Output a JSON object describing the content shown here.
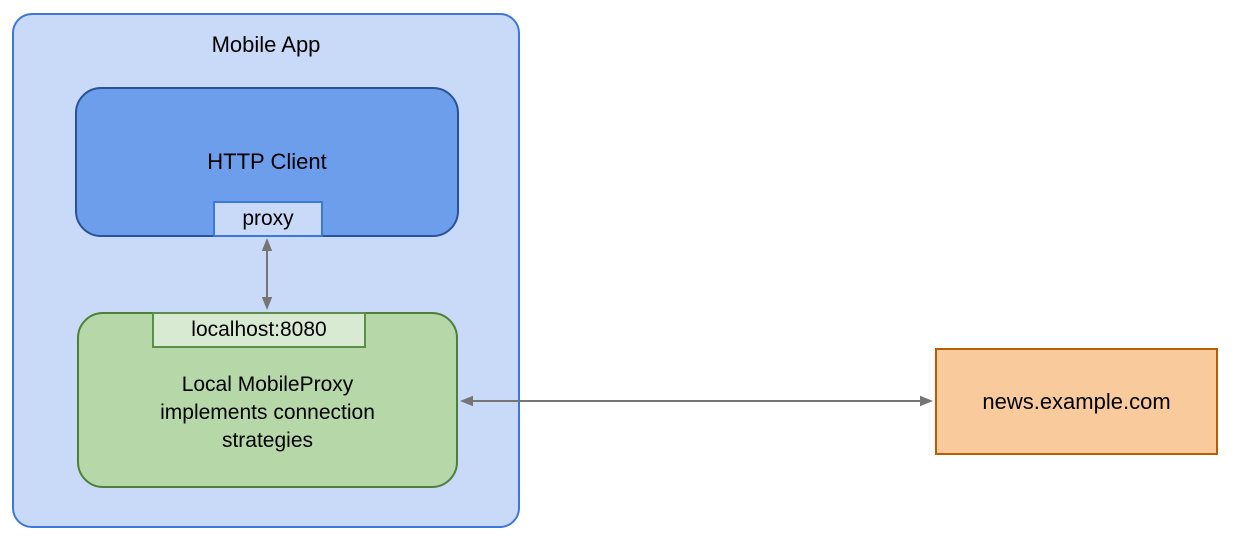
{
  "diagram": {
    "container": {
      "title": "Mobile App"
    },
    "nodes": {
      "http_client": {
        "label": "HTTP Client"
      },
      "proxy_port": {
        "label": "proxy"
      },
      "local_proxy": {
        "port_label": "localhost:8080",
        "label": "Local MobileProxy\nimplements connection\nstrategies"
      },
      "news_server": {
        "label": "news.example.com"
      }
    },
    "connectors": [
      {
        "name": "proxy-to-localhost",
        "type": "double-arrow",
        "direction": "vertical"
      },
      {
        "name": "mobileproxy-to-news-server",
        "type": "double-arrow",
        "direction": "horizontal"
      }
    ],
    "colors": {
      "outer_fill": "#c9daf8",
      "outer_border": "#3c78d8",
      "client_fill": "#6d9eeb",
      "client_border": "#2a5298",
      "proxy_fill": "#c9daf8",
      "proxy_border": "#3c78d8",
      "green_fill": "#b6d7a8",
      "green_border": "#4c8038",
      "badge_fill": "#d9ead3",
      "badge_border": "#5b8f47",
      "server_fill": "#f9cb9c",
      "server_border": "#b45f06",
      "arrow": "#757575"
    }
  }
}
